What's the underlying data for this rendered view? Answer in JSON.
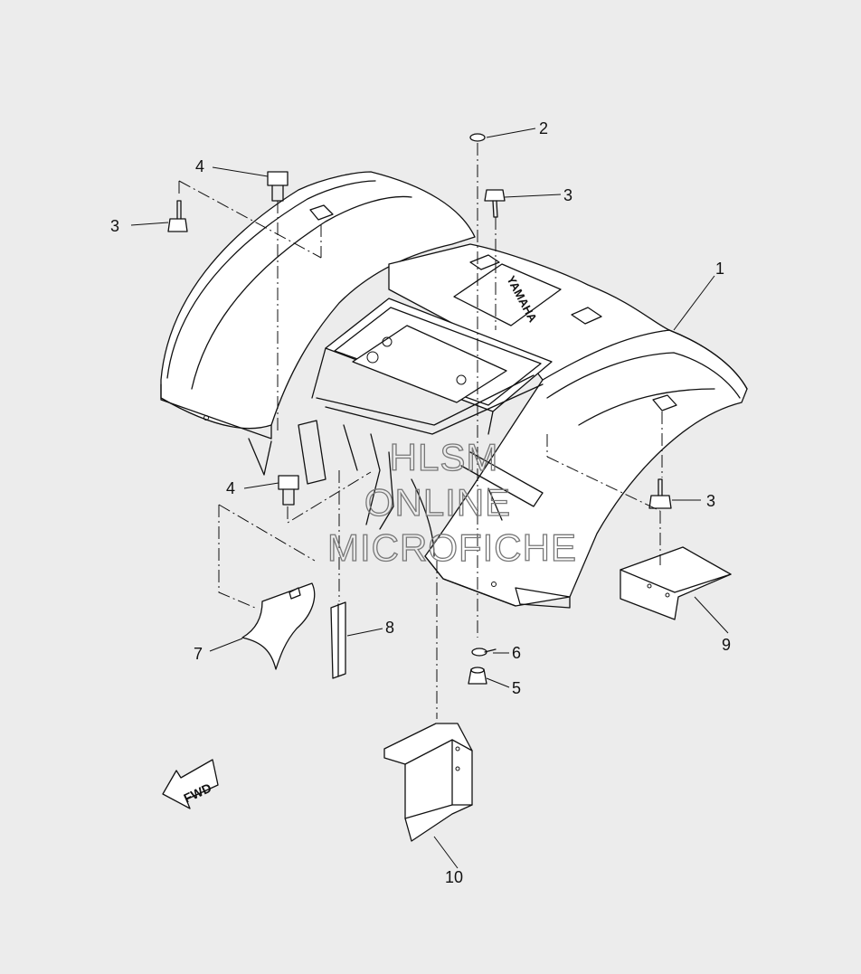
{
  "callouts": [
    {
      "id": "1",
      "label": "1"
    },
    {
      "id": "2",
      "label": "2"
    },
    {
      "id": "3a",
      "label": "3"
    },
    {
      "id": "3b",
      "label": "3"
    },
    {
      "id": "3c",
      "label": "3"
    },
    {
      "id": "4a",
      "label": "4"
    },
    {
      "id": "4b",
      "label": "4"
    },
    {
      "id": "5",
      "label": "5"
    },
    {
      "id": "6",
      "label": "6"
    },
    {
      "id": "7",
      "label": "7"
    },
    {
      "id": "8",
      "label": "8"
    },
    {
      "id": "9",
      "label": "9"
    },
    {
      "id": "10",
      "label": "10"
    }
  ],
  "fender": {
    "brand_text": "YAMAHA"
  },
  "direction_arrow": {
    "label": "FWD"
  },
  "watermark": {
    "lines": [
      "HLSM",
      "ONLINE",
      "MICROFICHE"
    ]
  }
}
